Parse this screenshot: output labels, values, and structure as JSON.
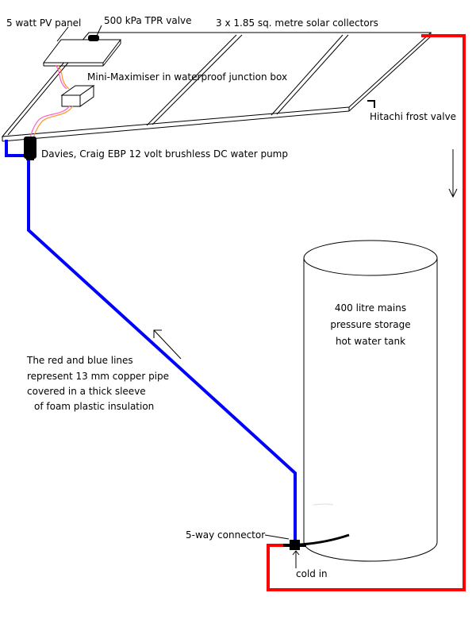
{
  "labels": {
    "pv_panel": "5 watt PV panel",
    "tpr_valve": "500 kPa TPR valve",
    "collectors": "3 x 1.85 sq. metre solar collectors",
    "maximiser": "Mini-Maximiser in waterproof junction box",
    "frost_valve": "Hitachi frost valve",
    "pump": "Davies, Craig EBP 12 volt brushless DC water pump",
    "tank": [
      "400 litre mains",
      "pressure storage",
      "hot water tank"
    ],
    "note": [
      "The red and blue lines",
      "represent 13 mm copper pipe",
      "covered in a thick sleeve",
      "of foam plastic insulation"
    ],
    "connector": "5-way connector",
    "cold_in": "cold in"
  },
  "colors": {
    "hot_pipe": "#ff0000",
    "cold_pipe": "#0000ff",
    "outline": "#000000",
    "background": "#ffffff",
    "wire_pink": "#ff66cc",
    "wire_orange": "#ff9933"
  }
}
